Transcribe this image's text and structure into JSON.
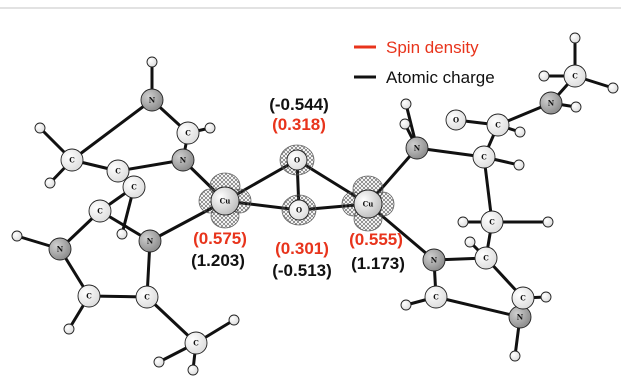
{
  "legend": [
    {
      "label": "Spin density",
      "color": "#e8341c"
    },
    {
      "label": "Atomic charge",
      "color": "#111111"
    }
  ],
  "atom_labels": {
    "copper": "Cu",
    "oxygen": "O",
    "nitrogen": "N",
    "carbon": "C"
  },
  "values": {
    "o_top": {
      "spin": "(0.318)",
      "charge": "(-0.544)"
    },
    "o_bottom": {
      "spin": "(0.301)",
      "charge": "(-0.513)"
    },
    "cu_left": {
      "spin": "(0.575)",
      "charge": "(1.203)"
    },
    "cu_right": {
      "spin": "(0.555)",
      "charge": "(1.173)"
    }
  },
  "colors": {
    "spin": "#e8341c",
    "charge": "#111111",
    "nitrogen": "#a6a6a6",
    "carbon": "#ffffff",
    "hydrogen": "#ffffff",
    "mesh": "#555555"
  }
}
